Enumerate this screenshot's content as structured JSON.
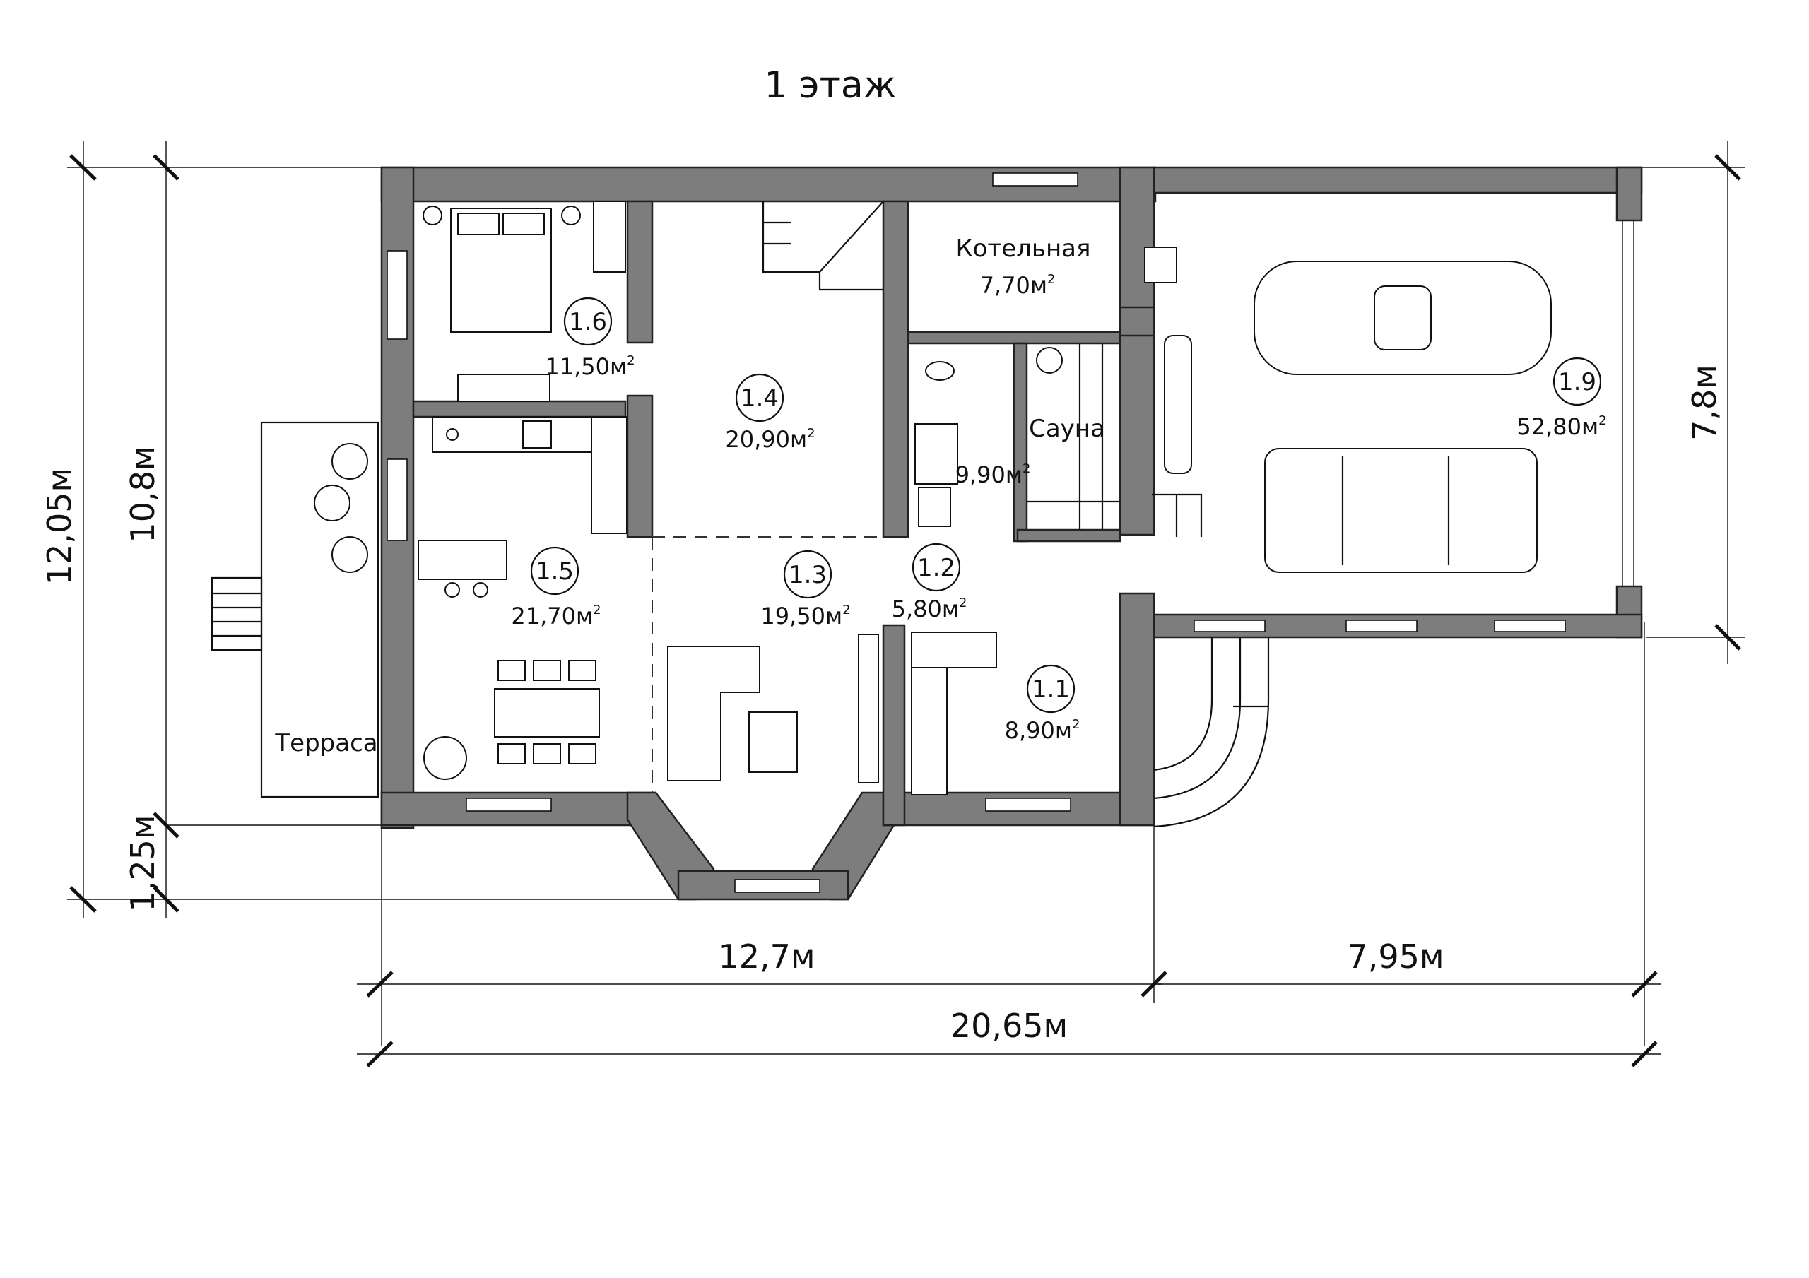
{
  "title": "1 этаж",
  "dimensions": {
    "width_left": "12,7м",
    "width_right": "7,95м",
    "width_total": "20,65м",
    "height_total": "12,05м",
    "height_main": "10,8м",
    "height_porch": "1,25м",
    "height_garage": "7,8м"
  },
  "rooms": [
    {
      "id": "1.1",
      "area": "8,90м"
    },
    {
      "id": "1.2",
      "area": "5,80м"
    },
    {
      "id": "1.3",
      "area": "19,50м"
    },
    {
      "id": "1.4",
      "area": "20,90м"
    },
    {
      "id": "1.5",
      "area": "21,70м"
    },
    {
      "id": "1.6",
      "area": "11,50м"
    },
    {
      "id": "1.9",
      "area": "52,80м"
    }
  ],
  "named_rooms": {
    "boiler_name": "Котельная",
    "boiler_area": "7,70м",
    "sauna_name": "Сауна",
    "sauna_area": "9,90м",
    "terrace_name": "Терраса"
  },
  "unit_superscript": "2"
}
